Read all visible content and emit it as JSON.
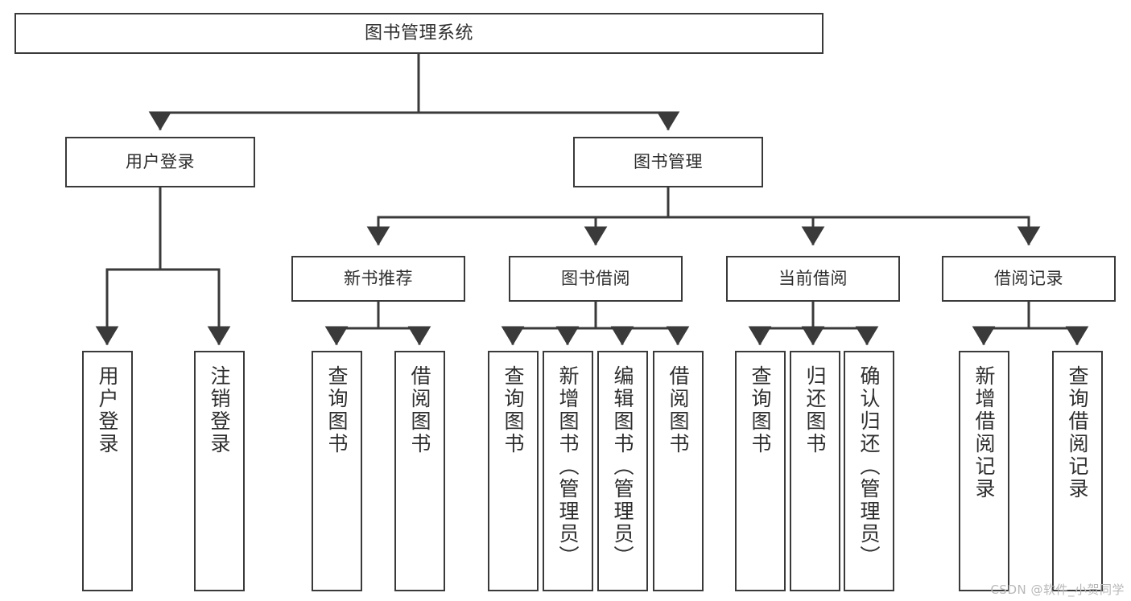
{
  "diagram": {
    "title": "图书管理系统",
    "type": "function-structure-tree",
    "watermark": "CSDN @软件_小贺同学",
    "colors": {
      "stroke": "#3a3a3a",
      "fill": "#ffffff",
      "text": "#2e2e2e",
      "watermark": "#b8b8b8"
    }
  },
  "nodes": {
    "root": {
      "label": "图书管理系统",
      "level": 0
    },
    "level1": [
      {
        "id": "user-login",
        "label": "用户登录"
      },
      {
        "id": "book-manage",
        "label": "图书管理"
      }
    ],
    "level2": [
      {
        "id": "new-book-recommend",
        "label": "新书推荐",
        "parent": "book-manage"
      },
      {
        "id": "book-borrow",
        "label": "图书借阅",
        "parent": "book-manage"
      },
      {
        "id": "current-borrow",
        "label": "当前借阅",
        "parent": "book-manage"
      },
      {
        "id": "borrow-record",
        "label": "借阅记录",
        "parent": "book-manage"
      }
    ],
    "leaves": [
      {
        "id": "leaf-user-login",
        "label": "用户登录",
        "parent": "user-login"
      },
      {
        "id": "leaf-user-logout",
        "label": "注销登录",
        "parent": "user-login"
      },
      {
        "id": "leaf-query-book-1",
        "label": "查询图书",
        "parent": "new-book-recommend"
      },
      {
        "id": "leaf-borrow-book-1",
        "label": "借阅图书",
        "parent": "new-book-recommend"
      },
      {
        "id": "leaf-query-book-2",
        "label": "查询图书",
        "parent": "book-borrow"
      },
      {
        "id": "leaf-add-book",
        "label": "新增图书（管理员）",
        "parent": "book-borrow"
      },
      {
        "id": "leaf-edit-book",
        "label": "编辑图书（管理员）",
        "parent": "book-borrow"
      },
      {
        "id": "leaf-borrow-book-2",
        "label": "借阅图书",
        "parent": "book-borrow"
      },
      {
        "id": "leaf-query-book-3",
        "label": "查询图书",
        "parent": "current-borrow"
      },
      {
        "id": "leaf-return-book",
        "label": "归还图书",
        "parent": "current-borrow"
      },
      {
        "id": "leaf-confirm-return",
        "label": "确认归还（管理员）",
        "parent": "current-borrow"
      },
      {
        "id": "leaf-add-record",
        "label": "新增借阅记录",
        "parent": "borrow-record"
      },
      {
        "id": "leaf-query-record",
        "label": "查询借阅记录",
        "parent": "borrow-record"
      }
    ]
  }
}
